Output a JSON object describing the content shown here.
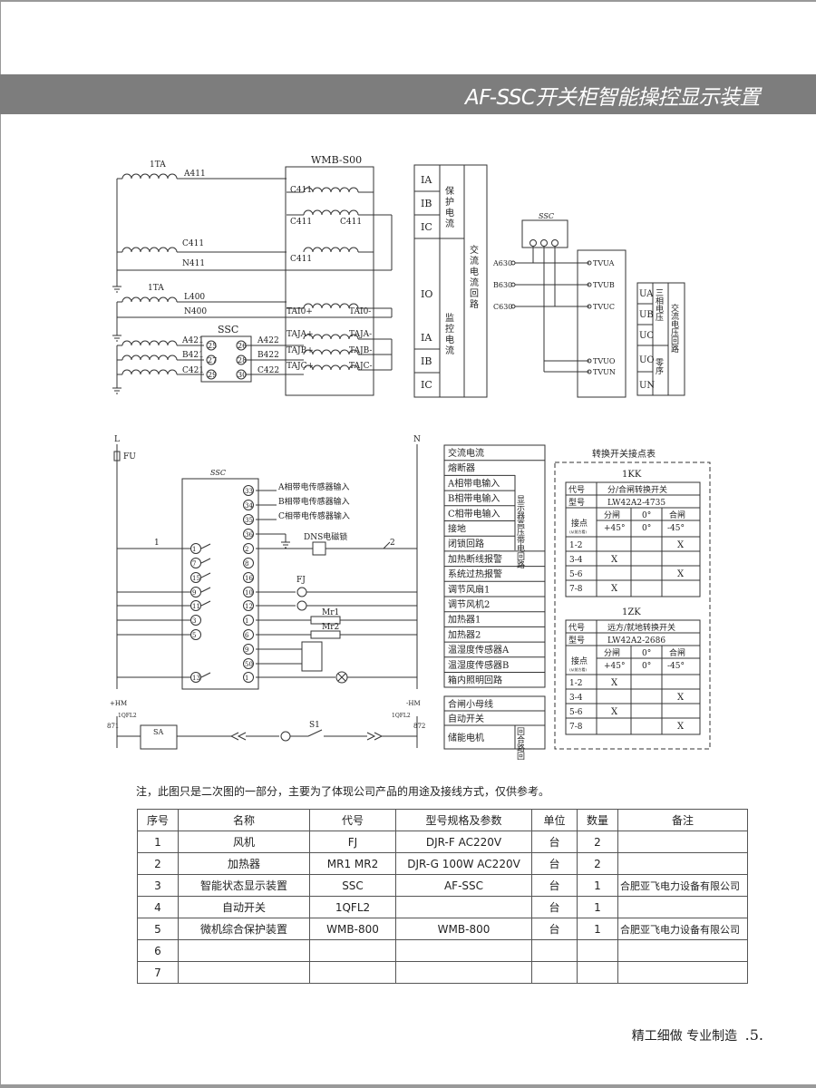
{
  "header": {
    "title": "AF-SSC开关柜智能操控显示装置"
  },
  "current_circuit": {
    "ta1": "1TA",
    "a411": "A411",
    "c411_l": "C411",
    "n411": "N411",
    "ta1b": "1TA",
    "l400": "L400",
    "n400": "N400",
    "ssc": "SSC",
    "a421": "A421",
    "b421": "B421",
    "c421": "C421",
    "a422": "A422",
    "b422": "B422",
    "c422": "C422",
    "t25": "25",
    "t26": "26",
    "t27": "27",
    "t28": "28",
    "t29": "29",
    "t30": "30",
    "wmb": "WMB-S00",
    "w_c411a": "C411",
    "w_c411b": "C411",
    "w_c411c": "C411",
    "w_c411d": "C411",
    "tai0p": "TAI0+",
    "tai0m": "TAI0-",
    "tajap": "TAJA+",
    "tajam": "TAJA-",
    "tajbp": "TAJB+",
    "tajbm": "TAJB-",
    "tajcp": "TAJC+",
    "tajcm": "TAJC-"
  },
  "current_table": {
    "rows": [
      "IA",
      "IB",
      "IC",
      "IO",
      "IA",
      "IB",
      "IC"
    ],
    "protect": "保护电流",
    "monitor": "监控电流",
    "group": "交流电流回路"
  },
  "voltage_circuit": {
    "ssc": "SSC",
    "a630": "A630",
    "b630": "B630",
    "c630": "C630",
    "t1": "TVUA",
    "t2": "TVUB",
    "t3": "TVUC",
    "t4": "TVUO",
    "t5": "TVUN"
  },
  "voltage_table": {
    "rows": [
      "UA",
      "UB",
      "UC",
      "UO",
      "UN"
    ],
    "three": "三相电压",
    "zero": "零序",
    "group": "交流电压回路"
  },
  "control_circuit": {
    "l": "L",
    "n": "N",
    "fu": "FU",
    "ssc": "SSC",
    "terms": [
      "33",
      "34",
      "35",
      "36",
      "2",
      "8",
      "16",
      "10",
      "12",
      "1",
      "6",
      "9",
      "50",
      "1"
    ],
    "left_terms": [
      "1",
      "7",
      "15",
      "9",
      "11",
      "3",
      "5",
      "13"
    ],
    "sa": "A相带电传感器输入",
    "sb": "B相带电传感器输入",
    "sc": "C相带电传感器输入",
    "dns": "DNS电磁锁",
    "fj": "FJ",
    "mr1": "Mr1",
    "mr2": "Mr2",
    "n1": "1",
    "n2": "2",
    "hm_l": "+HM",
    "hm_r": "-HM",
    "q_l": "1QFL2",
    "q_r": "1QFL2",
    "t871": "871",
    "t872": "872",
    "sa_sw": "SA",
    "s1": "S1"
  },
  "function_list": {
    "items": [
      "交流电流",
      "熔断器",
      "A相带电输入",
      "B相带电输入",
      "C相带电输入",
      "接地",
      "闭锁回路",
      "加热断线报警",
      "系统过热报警",
      "调节风扇1",
      "调节风机2",
      "加热器1",
      "加热器2",
      "温湿度传感器A",
      "温湿度传感器B",
      "箱内照明回路"
    ],
    "side_label": "显示器高压带电回路",
    "items2": [
      "合闸小母线",
      "自动开关",
      "储能电机"
    ],
    "side2": "回合路回"
  },
  "switch_table": {
    "title": "转换开关接点表",
    "t1": {
      "name": "1KK",
      "col_code": "代号",
      "code_val": "分/合闸转换开关",
      "col_model": "型号",
      "model_val": "LW42A2-4735",
      "col_contact": "接点",
      "col_contact_sub": "(从前方看)",
      "h1": "分闸",
      "h2": "0°",
      "h3": "合闸",
      "a1": "+45°",
      "a2": "0°",
      "a3": "-45°",
      "rows": [
        {
          "c": "1-2",
          "v": [
            "",
            "",
            "X"
          ]
        },
        {
          "c": "3-4",
          "v": [
            "X",
            "",
            ""
          ]
        },
        {
          "c": "5-6",
          "v": [
            "",
            "",
            "X"
          ]
        },
        {
          "c": "7-8",
          "v": [
            "X",
            "",
            ""
          ]
        }
      ]
    },
    "t2": {
      "name": "1ZK",
      "col_code": "代号",
      "code_val": "远方/就地转换开关",
      "col_model": "型号",
      "model_val": "LW42A2-2686",
      "col_contact": "接点",
      "col_contact_sub": "(从前方看)",
      "h1": "分闸",
      "h2": "0°",
      "h3": "合闸",
      "a1": "+45°",
      "a2": "0°",
      "a3": "-45°",
      "rows": [
        {
          "c": "1-2",
          "v": [
            "X",
            "",
            ""
          ]
        },
        {
          "c": "3-4",
          "v": [
            "",
            "",
            "X"
          ]
        },
        {
          "c": "5-6",
          "v": [
            "X",
            "",
            ""
          ]
        },
        {
          "c": "7-8",
          "v": [
            "",
            "",
            "X"
          ]
        }
      ]
    }
  },
  "note": "注，此图只是二次图的一部分，主要为了体现公司产品的用途及接线方式，仅供参考。",
  "bom": {
    "headers": [
      "序号",
      "名称",
      "代号",
      "型号规格及参数",
      "单位",
      "数量",
      "备注"
    ],
    "rows": [
      [
        "1",
        "风机",
        "FJ",
        "DJR-F  AC220V",
        "台",
        "2",
        ""
      ],
      [
        "2",
        "加热器",
        "MR1  MR2",
        "DJR-G 100W AC220V",
        "台",
        "2",
        ""
      ],
      [
        "3",
        "智能状态显示装置",
        "SSC",
        "AF-SSC",
        "台",
        "1",
        "合肥亚飞电力设备有限公司"
      ],
      [
        "4",
        "自动开关",
        "1QFL2",
        "",
        "台",
        "1",
        ""
      ],
      [
        "5",
        "微机综合保护装置",
        "WMB-800",
        "WMB-800",
        "台",
        "1",
        "合肥亚飞电力设备有限公司"
      ],
      [
        "6",
        "",
        "",
        "",
        "",
        "",
        ""
      ],
      [
        "7",
        "",
        "",
        "",
        "",
        "",
        ""
      ]
    ]
  },
  "footer": {
    "slogan": "精工细做   专业制造",
    "page": ".5."
  }
}
